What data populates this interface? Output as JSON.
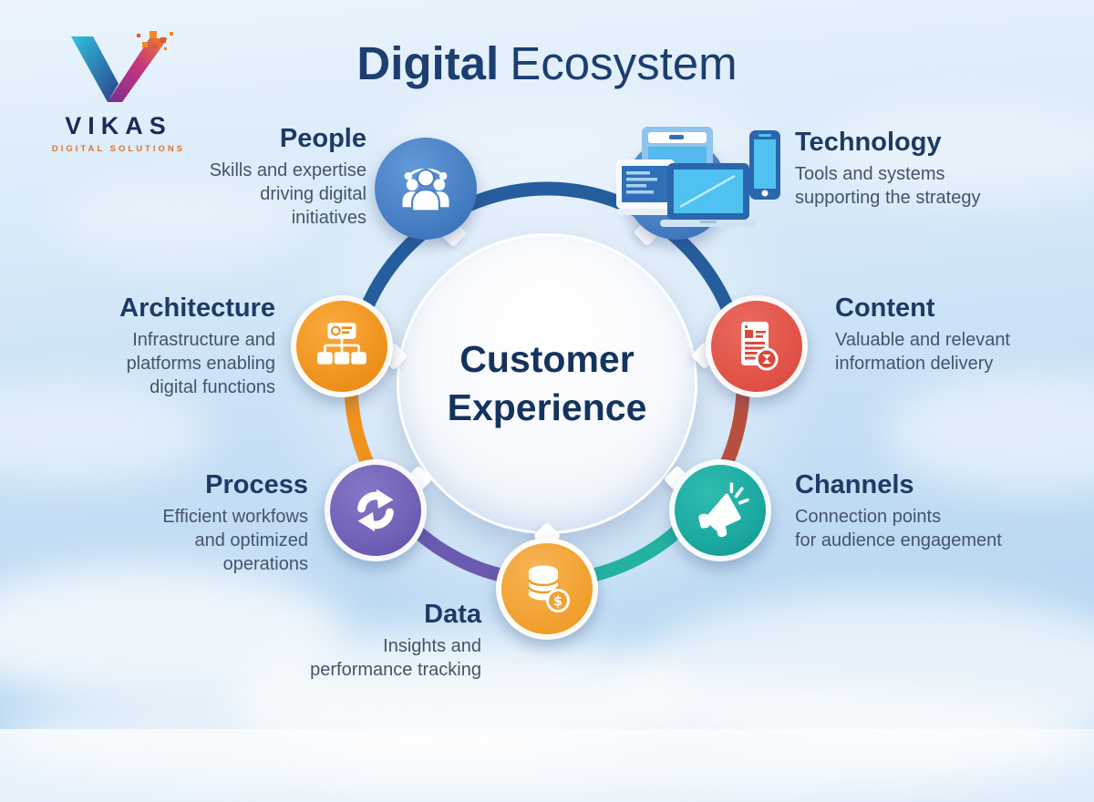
{
  "title": {
    "word_bold": "Digital",
    "word_light": "Ecosystem"
  },
  "logo": {
    "brand": "VIKAS",
    "tagline": "DIGITAL SOLUTIONS"
  },
  "center": {
    "label": "Customer\nExperience"
  },
  "ring": {
    "navy": "#265d9d",
    "red": "#b8503e",
    "teal": "#23b2a2",
    "purple": "#6a5ab0",
    "orange": "#f0921d"
  },
  "nodes": [
    {
      "id": "people",
      "title": "People",
      "description": "Skills and expertise\ndriving digital\ninitiatives",
      "color": "#4a80c4",
      "icon": "people-group-icon"
    },
    {
      "id": "technology",
      "title": "Technology",
      "description": "Tools and systems\nsupporting the strategy",
      "color": "#4a80c4",
      "icon": "devices-icon"
    },
    {
      "id": "architecture",
      "title": "Architecture",
      "description": "Infrastructure and\nplatforms enabling\ndigital functions",
      "color": "#f0941f",
      "icon": "sitemap-icon"
    },
    {
      "id": "content",
      "title": "Content",
      "description": "Valuable and relevant\ninformation delivery",
      "color": "#e25349",
      "icon": "document-icon"
    },
    {
      "id": "process",
      "title": "Process",
      "description": "Efficient workfows\nand optimized\noperations",
      "color": "#7261b8",
      "icon": "cycle-arrows-icon"
    },
    {
      "id": "channels",
      "title": "Channels",
      "description": "Connection points\nfor audience engagement",
      "color": "#1ca9a1",
      "icon": "megaphone-icon"
    },
    {
      "id": "data",
      "title": "Data",
      "description": "Insights and\nperformance tracking",
      "color": "#f2a233",
      "icon": "database-dollar-icon"
    }
  ]
}
